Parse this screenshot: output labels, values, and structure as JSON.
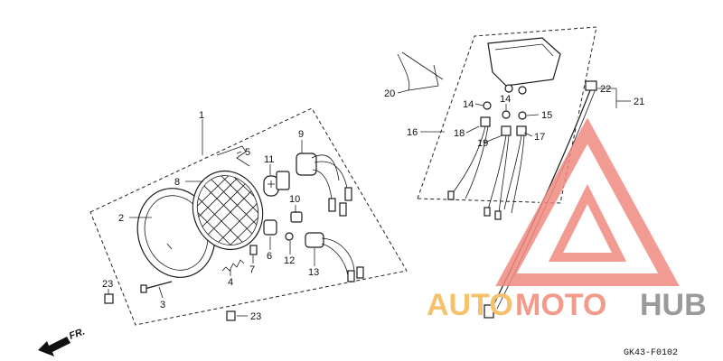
{
  "callouts": [
    {
      "id": "p1",
      "text": "1"
    },
    {
      "id": "p2",
      "text": "2"
    },
    {
      "id": "p3",
      "text": "3"
    },
    {
      "id": "p4",
      "text": "4"
    },
    {
      "id": "p5",
      "text": "5"
    },
    {
      "id": "p6",
      "text": "6"
    },
    {
      "id": "p7",
      "text": "7"
    },
    {
      "id": "p8",
      "text": "8"
    },
    {
      "id": "p9",
      "text": "9"
    },
    {
      "id": "p10",
      "text": "10"
    },
    {
      "id": "p11",
      "text": "11"
    },
    {
      "id": "p12",
      "text": "12"
    },
    {
      "id": "p13",
      "text": "13"
    },
    {
      "id": "p14a",
      "text": "14"
    },
    {
      "id": "p14b",
      "text": "14"
    },
    {
      "id": "p15",
      "text": "15"
    },
    {
      "id": "p16",
      "text": "16"
    },
    {
      "id": "p17",
      "text": "17"
    },
    {
      "id": "p18",
      "text": "18"
    },
    {
      "id": "p19",
      "text": "19"
    },
    {
      "id": "p20",
      "text": "20"
    },
    {
      "id": "p21",
      "text": "21"
    },
    {
      "id": "p22",
      "text": "22"
    },
    {
      "id": "p23a",
      "text": "23"
    },
    {
      "id": "p23b",
      "text": "23"
    }
  ],
  "direction_label": "FR.",
  "diagram_code": "GK43-F0102",
  "watermark": {
    "part1": "AUTO",
    "part2": "MOTO",
    "part3": "HUB",
    "color_part1": "#f5c26b",
    "color_part2": "#f39b8a",
    "color_part3": "#9a9a9a",
    "logo_color": "#f08a80"
  }
}
